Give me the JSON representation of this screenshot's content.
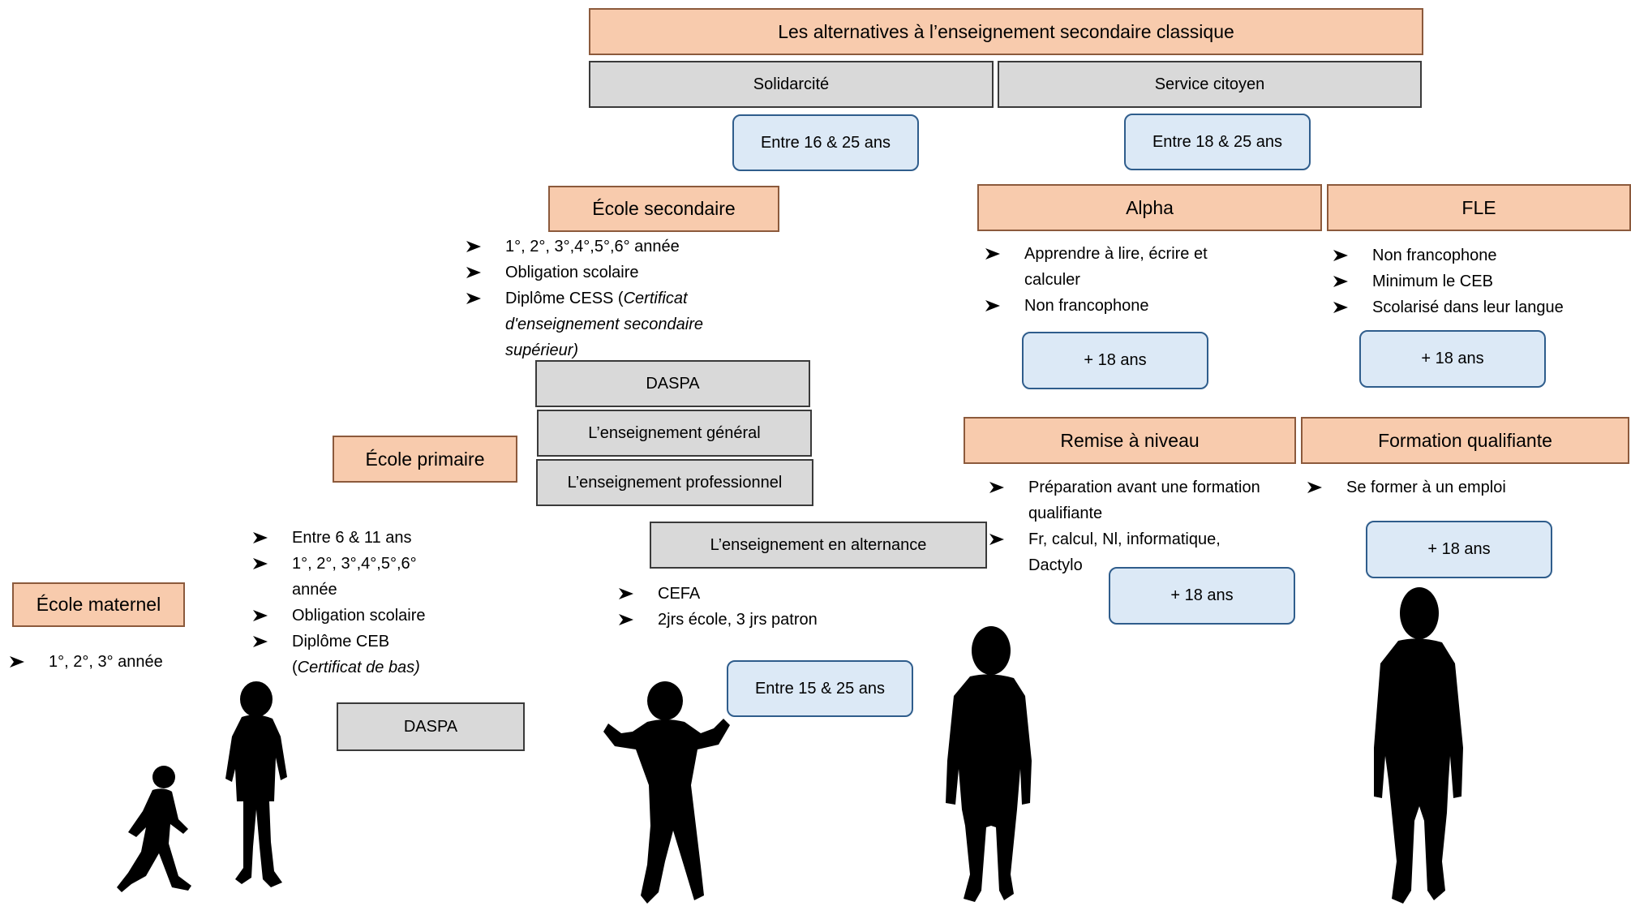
{
  "title": "Les alternatives à l’enseignement secondaire classique",
  "solidarcite": "Solidarcité",
  "service_citoyen": "Service citoyen",
  "age_16_25": "Entre 16 & 25 ans",
  "age_18_25": "Entre 18 & 25 ans",
  "ecole_secondaire": {
    "title": "École secondaire",
    "items": [
      "1°, 2°, 3°,4°,5°,6° année",
      "Obligation scolaire"
    ],
    "diploma_prefix": "Diplôme CESS (",
    "diploma_italic": "Certificat d'enseignement secondaire supérieur)"
  },
  "daspa_secondary": "DASPA",
  "ens_general": "L’enseignement général",
  "ens_professionnel": "L’enseignement professionnel",
  "ens_alternance": "L’enseignement en alternance",
  "alternance_items": [
    "CEFA",
    "2jrs école, 3 jrs patron"
  ],
  "age_15_25": "Entre 15 & 25 ans",
  "ecole_primaire": {
    "title": "École primaire",
    "items": [
      "Entre 6 & 11 ans",
      "1°, 2°, 3°,4°,5°,6° année",
      "Obligation scolaire"
    ],
    "diploma_prefix": "Diplôme CEB",
    "diploma_italic": "Certificat de bas)",
    "diploma_paren": "("
  },
  "daspa_primary": "DASPA",
  "ecole_maternel": {
    "title": "École maternel",
    "items": [
      "1°, 2°, 3° année"
    ]
  },
  "alpha": {
    "title": "Alpha",
    "items": [
      "Apprendre à lire, écrire et calculer",
      "Non francophone"
    ],
    "age": "+ 18 ans"
  },
  "fle": {
    "title": "FLE",
    "items": [
      "Non francophone",
      "Minimum le CEB",
      "Scolarisé dans leur langue"
    ],
    "age": "+ 18 ans"
  },
  "remise": {
    "title": "Remise à niveau",
    "items": [
      "Préparation avant une formation qualifiante",
      "Fr, calcul, Nl, informatique, Dactylo"
    ],
    "age": "+ 18 ans"
  },
  "formation": {
    "title": "Formation qualifiante",
    "items": [
      "Se former à un emploi"
    ],
    "age": "+ 18 ans"
  }
}
